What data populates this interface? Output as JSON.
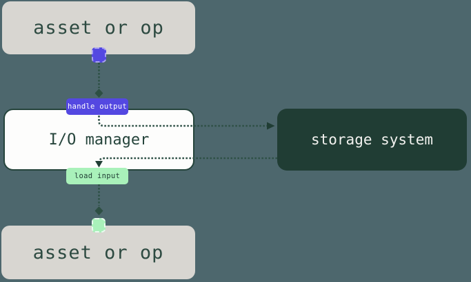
{
  "diagram": {
    "background_color": "#4d676d",
    "nodes": {
      "asset_top": {
        "label": "asset or op",
        "fill": "#d8d6d1",
        "text_color": "#2d4a41"
      },
      "io_manager": {
        "label": "I/O manager",
        "fill": "#fdfdfc",
        "border_color": "#25443b",
        "text_color": "#25443b"
      },
      "storage": {
        "label": "storage system",
        "fill": "#203d34",
        "text_color": "#f2f2ef"
      },
      "asset_bottom": {
        "label": "asset or op",
        "fill": "#d8d6d1",
        "text_color": "#2d4a41"
      }
    },
    "badges": {
      "handle_output": {
        "label": "handle output",
        "fill": "#5448e1",
        "text_color": "#ffffff"
      },
      "load_input": {
        "label": "load input",
        "fill": "#a9f1ba",
        "text_color": "#1f3c33"
      }
    },
    "connectors": {
      "output_handle_color": "#5448e1",
      "input_handle_color": "#a9f1ba",
      "edge_color": "#2f5147",
      "arrow_color": "#203d34",
      "style": "dotted"
    }
  }
}
